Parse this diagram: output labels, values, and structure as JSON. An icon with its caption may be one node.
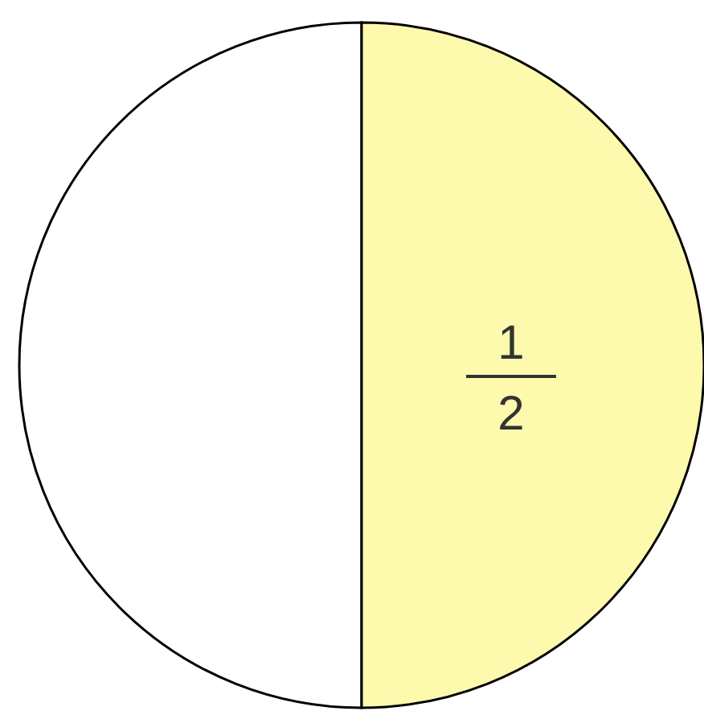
{
  "diagram": {
    "nodes": [
      {
        "text": [],
        "shape": "semicircle"
      },
      {
        "text": [
          "1",
          "2"
        ]
      }
    ]
  }
}
